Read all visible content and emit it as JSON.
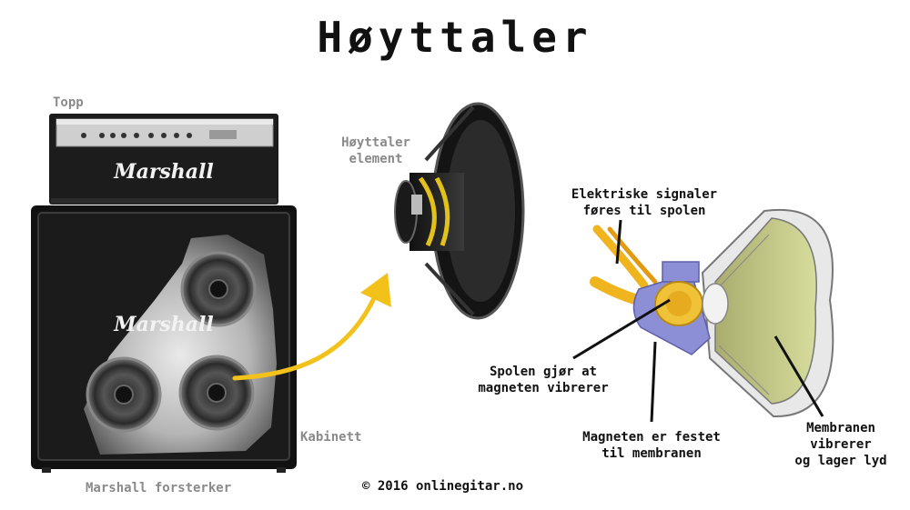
{
  "title": "Høyttaler",
  "labels": {
    "top": "Topp",
    "cabinet": "Kabinett",
    "amp_caption": "Marshall forsterker",
    "element_line1": "Høyttaler",
    "element_line2": "element",
    "signals_line1": "Elektriske signaler",
    "signals_line2": "føres til spolen",
    "coil_line1": "Spolen gjør at",
    "coil_line2": "magneten vibrerer",
    "magnet_line1": "Magneten er festet",
    "magnet_line2": "til membranen",
    "membrane_line1": "Membranen",
    "membrane_line2": "vibrerer",
    "membrane_line3": "og lager lyd"
  },
  "brand_top": "Marshall",
  "brand_cabinet": "Marshall",
  "copyright": "© 2016 onlinegitar.no",
  "colors": {
    "arrow": "#f2c21b",
    "amp_body": "#1c1c1c",
    "panel": "#cfcfcf",
    "wire": "#f0b51e",
    "magnet": "#8d8fd6",
    "cone": "#c9cf8e"
  }
}
